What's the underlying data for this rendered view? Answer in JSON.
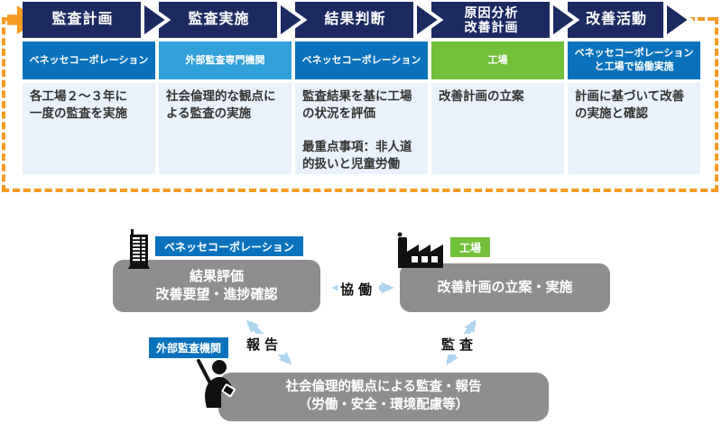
{
  "colors": {
    "chevron_navy": "#1b2a60",
    "band_blue": "#0a72bc",
    "band_light_blue": "#31a1d9",
    "band_green": "#72bf3a",
    "frame_orange": "#f59b22",
    "box_gray": "#8e8e90",
    "arrow_pale_blue": "#aed4ef",
    "desc_bg": "#e9f2fb"
  },
  "process_flow": {
    "steps": [
      {
        "title": "監査計画",
        "actor": "ベネッセコーポレーション",
        "description": "各工場２～３年に\n一度の監査を実施"
      },
      {
        "title": "監査実施",
        "actor": "外部監査専門機関",
        "description": "社会倫理的な観点に\nよる監査の実施"
      },
      {
        "title": "結果判断",
        "actor": "ベネッセコーポレーション",
        "description": "監査結果を基に工場\nの状況を評価\n\n最重点事項：非人道\n的扱いと児童労働"
      },
      {
        "title": "原因分析\n改善計画",
        "actor": "工場",
        "description": "改善計画の立案"
      },
      {
        "title": "改善活動",
        "actor": "ベネッセコーポレーション\nと工場で協働実施",
        "description": "計画に基づいて改善\nの実施と確認"
      }
    ]
  },
  "collaboration_diagram": {
    "benesse": {
      "tag": "ベネッセコーポレーション",
      "box": "結果評価\n改善要望・進捗確認",
      "icon": "building-icon"
    },
    "factory": {
      "tag": "工場",
      "box": "改善計画の立案・実施",
      "icon": "factory-icon"
    },
    "auditor": {
      "tag": "外部監査機関",
      "box": "社会倫理的観点による監査・報告\n（労働・安全・環境配慮等）",
      "icon": "auditor-icon"
    },
    "arrows": {
      "collaboration": "協働",
      "report": "報告",
      "audit": "監査"
    }
  }
}
